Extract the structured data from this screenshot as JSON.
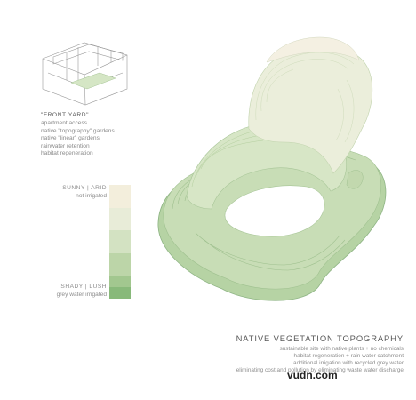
{
  "front_yard": {
    "title": "\"FRONT YARD\"",
    "lines": [
      "apartment access",
      "native \"topography\" gardens",
      "native \"linear\" gardens",
      "rainwater retention",
      "habitat regeneration"
    ]
  },
  "legend": {
    "top_title": "SUNNY | ARID",
    "top_sub": "not irrigated",
    "bottom_title": "SHADY | LUSH",
    "bottom_sub": "grey water irrigated",
    "swatches": [
      "#f3eedc",
      "#e8ecd8",
      "#d3e2c2",
      "#bcd5a8",
      "#a2c78f",
      "#88b97a"
    ]
  },
  "caption": {
    "title": "NATIVE VEGETATION TOPOGRAPHY",
    "lines": [
      "sustainable site with native plants + no chemicals",
      "habitat regeneration + rain water catchment",
      "additional irrigation with recycled grey water",
      "eliminating cost and pollution by eliminating waste water discharge"
    ]
  },
  "watermark": "vudn.com",
  "colors": {
    "terrace_light": "#f1ecdc",
    "terrace_mid": "#d4e3c4",
    "terrace_dark": "#a9cb98",
    "edge": "#8fb585"
  }
}
